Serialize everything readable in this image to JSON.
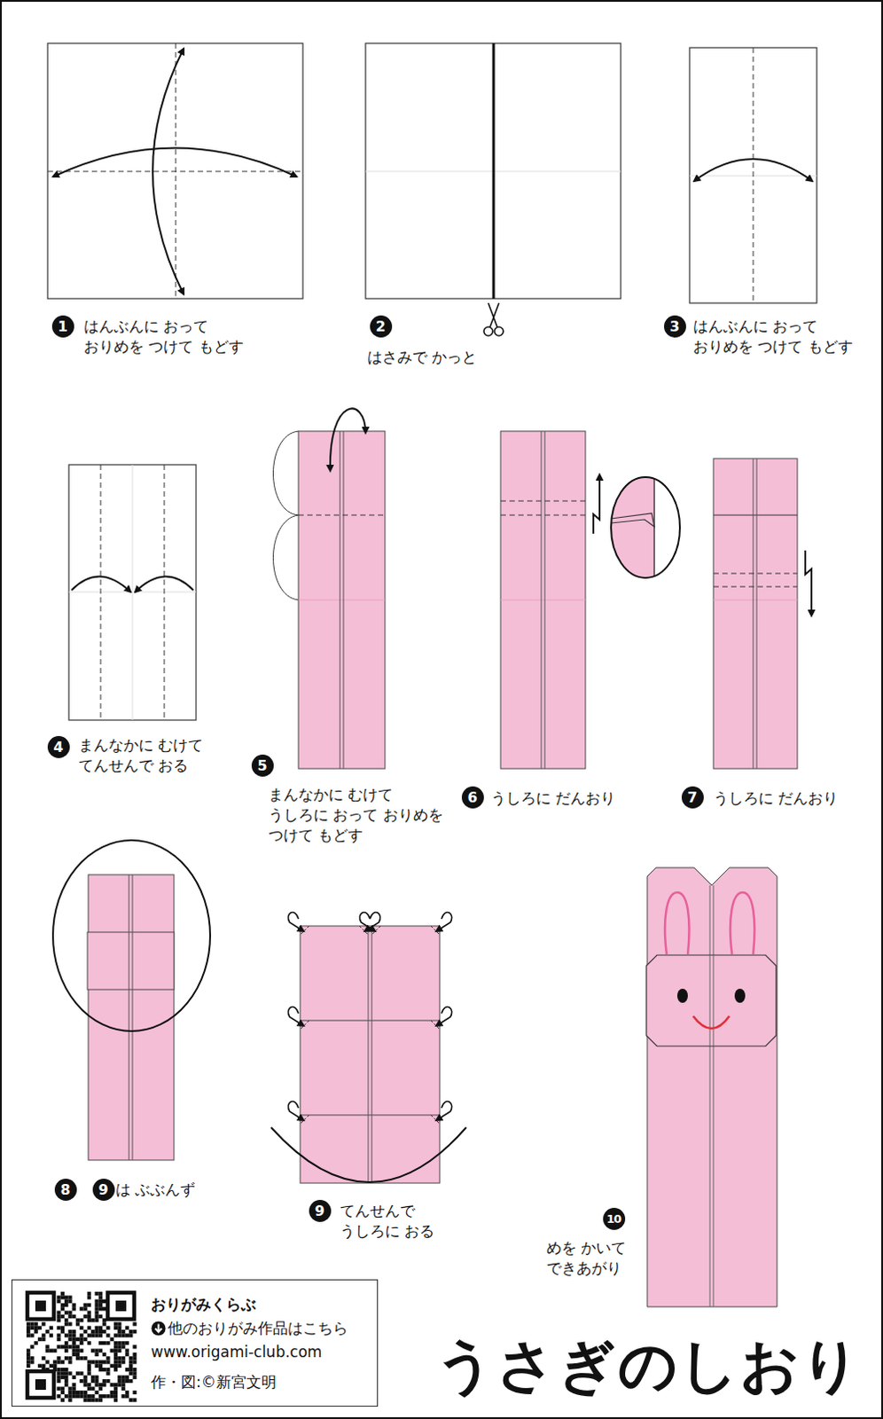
{
  "diagram": {
    "title": "うさぎのしおり",
    "nodes": [
      {
        "text": [
          "おりがみくらぶ",
          "他のおりがみ作品はこちら",
          "www.origami-club.com",
          "作・図:©新宮文明"
        ]
      }
    ],
    "labels": [
      "1",
      "はんぶんに おって おりめを つけて もどす",
      "2",
      "はさみで かっと",
      "3",
      "はんぶんに おって おりめを つけて もどす",
      "4",
      "まんなかに むけて てんせんで おる",
      "5",
      "まんなかに むけて うしろに おって おりめを つけて もどす",
      "6",
      "うしろに だんおり",
      "7",
      "うしろに だんおり",
      "8",
      "9",
      "は ぶぶんず",
      "9",
      "てんせんで うしろに おる",
      "10",
      "めを かいて できあがり"
    ]
  }
}
